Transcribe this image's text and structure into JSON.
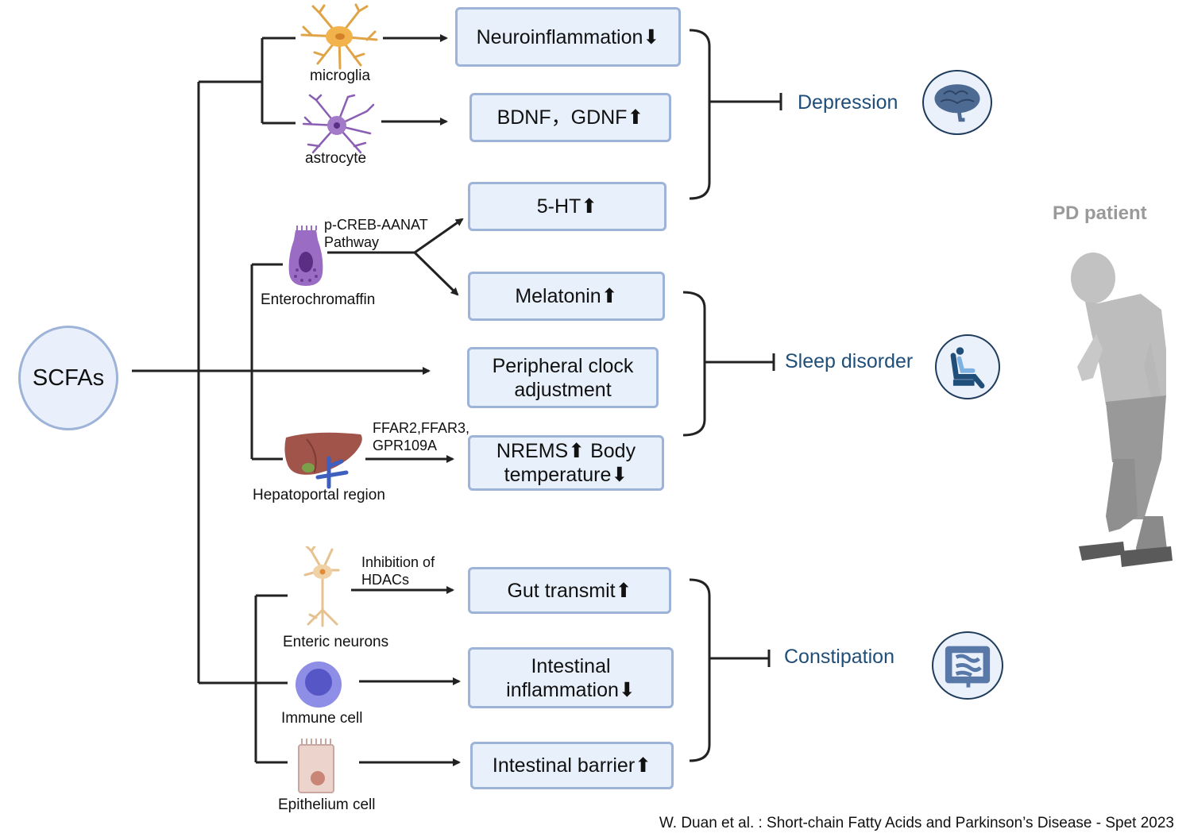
{
  "source": {
    "label": "SCFAs"
  },
  "cells": {
    "microglia": "microglia",
    "astrocyte": "astrocyte",
    "enterochromaffin": "Enterochromaffin",
    "hepatoportal": "Hepatoportal  region",
    "enteric_neurons": "Enteric neurons",
    "immune_cell": "Immune cell",
    "epithelium_cell": "Epithelium cell"
  },
  "pathways": {
    "creb": "p-CREB-AANAT\nPathway",
    "ffar": "FFAR2,FFAR3,\nGPR109A",
    "hdac": "Inhibition of\nHDACs"
  },
  "effects": {
    "neuroinflammation": "Neuroinflammation⬇",
    "bdnf": "BDNF，GDNF⬆",
    "serotonin": "5-HT⬆",
    "melatonin": "Melatonin⬆",
    "clock": "Peripheral clock adjustment",
    "nrems": "NREMS⬆ Body temperature⬇",
    "gut_transmit": "Gut transmit⬆",
    "intestinal_inflammation": "Intestinal inflammation⬇",
    "intestinal_barrier": "Intestinal barrier⬆"
  },
  "outcomes": {
    "depression": "Depression",
    "sleep": "Sleep disorder",
    "constipation": "Constipation"
  },
  "icons": {
    "depression": "brain-icon",
    "sleep": "recliner-chair-icon",
    "constipation": "intestine-icon"
  },
  "patient": {
    "label": "PD patient"
  },
  "citation": "W. Duan et al. : Short-chain Fatty Acids and Parkinson’s Disease - Spet 2023",
  "colors": {
    "box_fill": "#e8f0fb",
    "box_border": "#9db3d8",
    "outcome_text": "#1f4e79",
    "patient_gray": "#9a9a9a"
  }
}
